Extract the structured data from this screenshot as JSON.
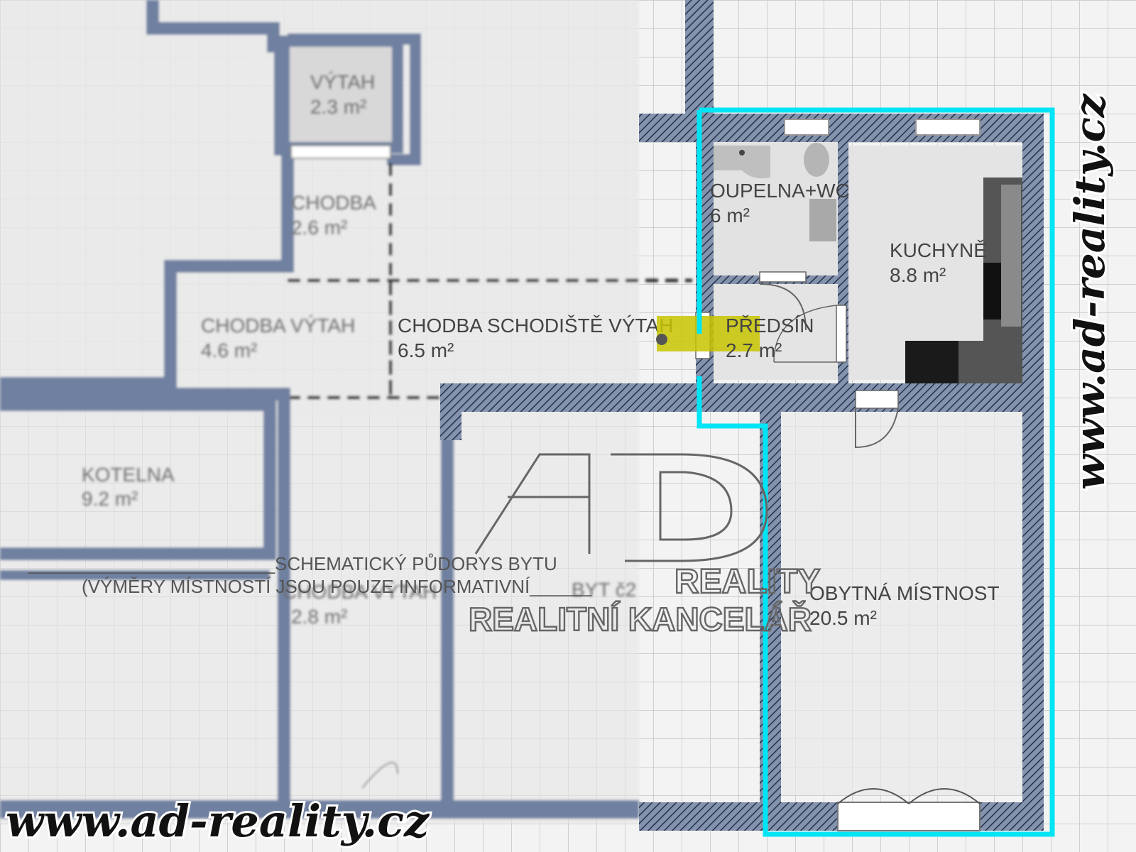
{
  "rooms": {
    "vytah": {
      "name": "VÝTAH",
      "area": "2.3 m²"
    },
    "chodba": {
      "name": "CHODBA",
      "area": "2.6 m²"
    },
    "chodba_vytah": {
      "name": "CHODBA VÝTAH",
      "area": "4.6 m²"
    },
    "chodba_schodiste": {
      "name": "CHODBA SCHODIŠTĚ VÝTAH",
      "area": "6.5 m²"
    },
    "kotelna": {
      "name": "KOTELNA",
      "area": "9.2 m²"
    },
    "chodba_lower": {
      "name": "CHODBA VÝTAH",
      "area": "2.8 m²"
    },
    "byt": {
      "name": "BYT č2"
    },
    "koupelna": {
      "name": "OUPELNA+WC",
      "area": "6 m²"
    },
    "kuchyne": {
      "name": "KUCHYNĚ",
      "area": "8.8 m²"
    },
    "predsin": {
      "name": "PŘEDSÍN",
      "area": "2.7 m²"
    },
    "obytna": {
      "name": "OBYTNÁ MÍSTNOST",
      "area": "20.5 m²"
    }
  },
  "notes": {
    "line1": "________________________SCHEMATICKÝ PŮDORYS BYTU",
    "line2": "(VÝMĚRY MÍSTNOSTÍ JSOU POUZE INFORMATIVNÍ______"
  },
  "logo": {
    "monogram": "AD",
    "brand": "REALITY",
    "tagline": "REALITNÍ KANCELÁŘ"
  },
  "watermark": {
    "url_bottom": "www.ad-reality.cz",
    "url_side": "www.ad-reality.cz"
  },
  "colors": {
    "wall": "#7d8ea8",
    "outline": "#00e5f5",
    "fixture": "#c8c400",
    "furniture": "#3a3a3a"
  }
}
